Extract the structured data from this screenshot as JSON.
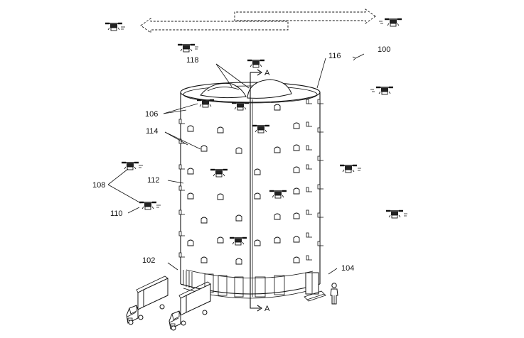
{
  "labels": {
    "fig_ref": "100",
    "ref_102": "102",
    "ref_104": "104",
    "ref_106": "106",
    "ref_108": "108",
    "ref_110": "110",
    "ref_112": "112",
    "ref_114": "114",
    "ref_116": "116",
    "ref_118": "118",
    "section_top": "A",
    "section_bottom": "A"
  },
  "icons": {
    "drone": "drone-icon",
    "truck": "delivery-truck-icon",
    "person": "person-icon",
    "arrow": "double-arrow-icon"
  }
}
